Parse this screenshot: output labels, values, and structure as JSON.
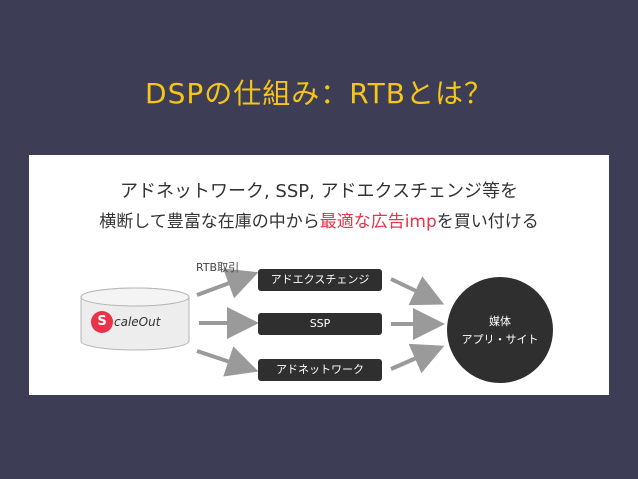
{
  "slide": {
    "title": "DSPの仕組み：RTBとは？"
  },
  "diagram": {
    "headline_line1": "アドネットワーク, SSP, アドエクスチェンジ等を",
    "headline_line2_pre": "横断して豊富な在庫の中から",
    "headline_line2_highlight": "最適な広告imp",
    "headline_line2_post": "を買い付ける",
    "rtb_label": "RTB取引",
    "source_logo_initial": "S",
    "source_logo_text": "caleOut",
    "channels": [
      "アドエクスチェンジ",
      "SSP",
      "アドネットワーク"
    ],
    "media_line1": "媒体",
    "media_line2": "アプリ・サイト"
  },
  "colors": {
    "background": "#3d3d56",
    "title": "#f5c518",
    "highlight": "#e8334a",
    "box": "#2f2f2f",
    "arrow": "#9a9a9a"
  }
}
